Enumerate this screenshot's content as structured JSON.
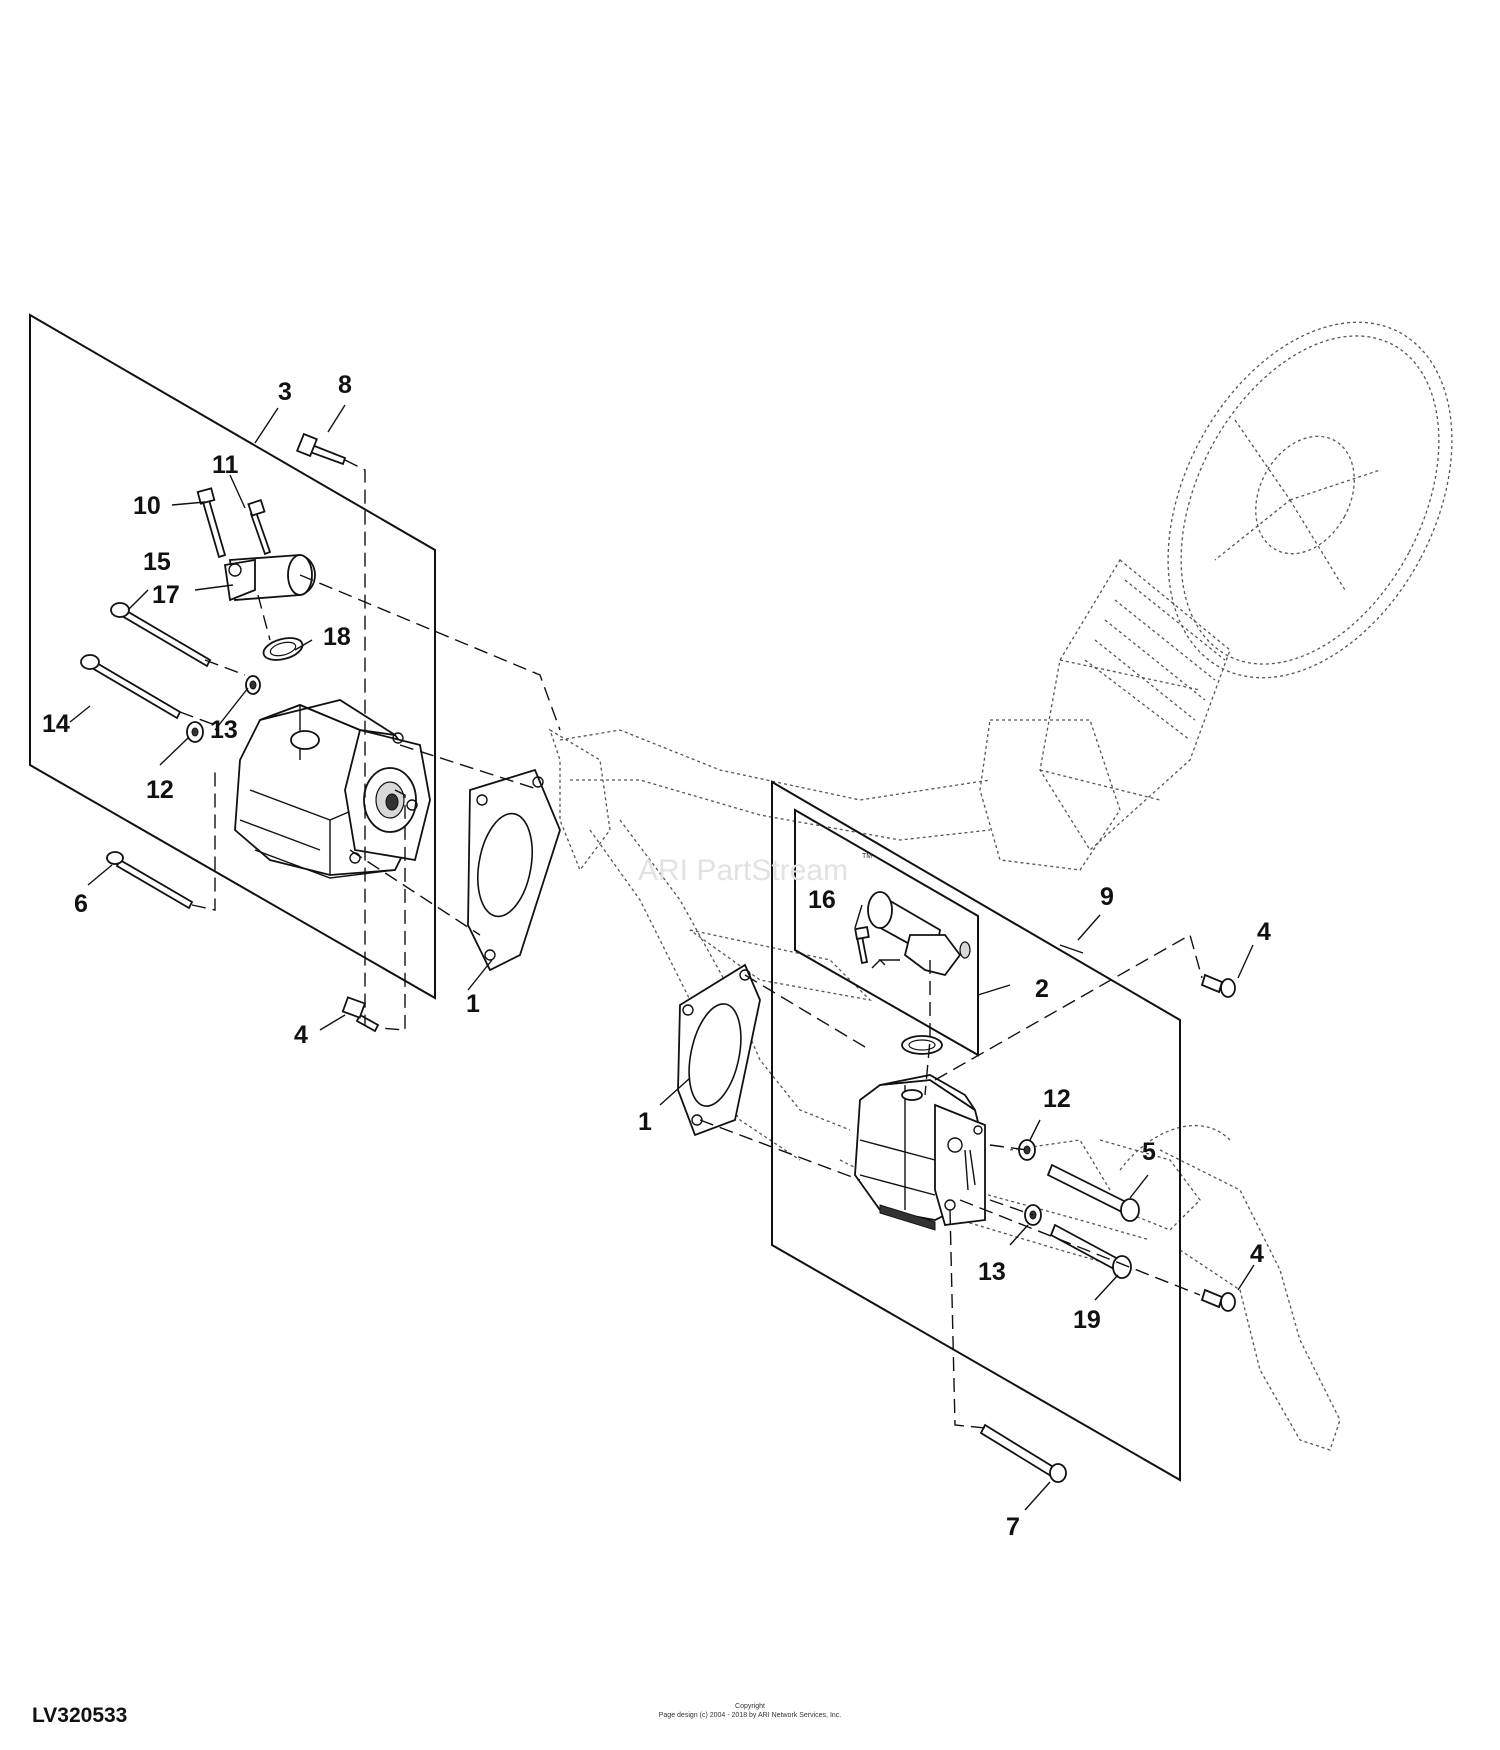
{
  "figure_id": "LV320533",
  "watermark": "ARI PartStream",
  "watermark_tm": "TM",
  "copyright_line1": "Copyright",
  "copyright_line2": "Page design (c) 2004 - 2018 by ARI Network Services, Inc.",
  "callouts": {
    "c1_left": "1",
    "c1_right": "1",
    "c2": "2",
    "c3": "3",
    "c4_left": "4",
    "c4_right_top": "4",
    "c4_right_bottom": "4",
    "c5": "5",
    "c6": "6",
    "c7": "7",
    "c8": "8",
    "c9": "9",
    "c10": "10",
    "c11": "11",
    "c12_left": "12",
    "c12_right": "12",
    "c13_left": "13",
    "c13_right": "13",
    "c14": "14",
    "c15": "15",
    "c16": "16",
    "c17": "17",
    "c18": "18",
    "c19": "19"
  },
  "colors": {
    "line": "#111111",
    "background": "#ffffff",
    "ghost": "#555555"
  }
}
